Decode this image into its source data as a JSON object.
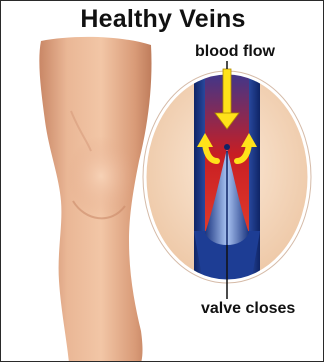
{
  "title": "Healthy Veins",
  "labels": {
    "blood_flow": "blood flow",
    "valve_closes": "valve closes"
  },
  "colors": {
    "skin": "#e8b08e",
    "skin_shadow": "#c98766",
    "vein_blue": "#2c4fa8",
    "vein_dark": "#0f2466",
    "blood_red": "#c81e23",
    "arrow_yellow": "#ffe21a",
    "circle_fill": "#f4dcc4"
  },
  "icons": [
    "blood-flow-arrow-icon",
    "recirculating-arrow-icon"
  ]
}
